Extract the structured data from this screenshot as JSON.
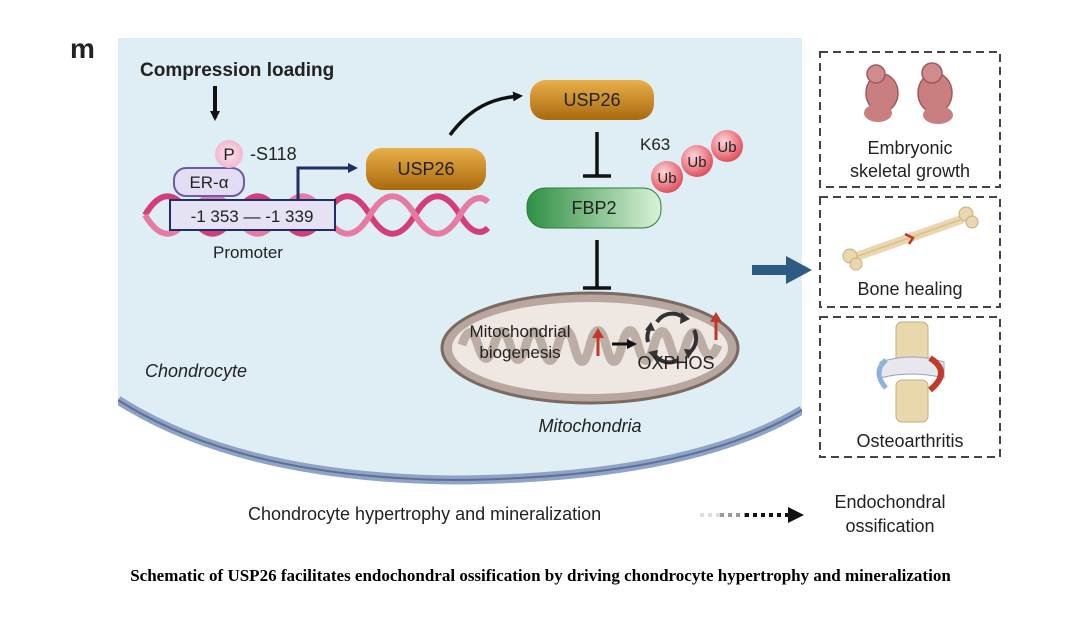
{
  "panel_label": "m",
  "stimulus": "Compression loading",
  "phospho": {
    "p": "P",
    "site": "-S118"
  },
  "receptor": "ER-α",
  "promoter_region": "-1 353 — -1 339",
  "promoter_label": "Promoter",
  "gene_product": "USP26",
  "protein_top": "USP26",
  "ub_site": "K63",
  "ub": [
    "Ub",
    "Ub",
    "Ub"
  ],
  "target": "FBP2",
  "mito_biogenesis": [
    "Mitochondrial",
    "biogenesis"
  ],
  "oxphos": "OXPHOS",
  "mito_label": "Mitochondria",
  "cell_label": "Chondrocyte",
  "outcomes": [
    "Embryonic\nskeletal growth",
    "Bone healing",
    "Osteoarthritis"
  ],
  "outcome_lines": {
    "o1": [
      "Embryonic",
      "skeletal growth"
    ],
    "o2": [
      "Bone healing"
    ],
    "o3": [
      "Osteoarthritis"
    ]
  },
  "legend": {
    "left": "Chondrocyte hypertrophy and mineralization",
    "right": [
      "Endochondral",
      "ossification"
    ]
  },
  "caption": "Schematic of USP26 facilitates endochondral ossification by driving chondrocyte hypertrophy and mineralization",
  "colors": {
    "cell_bg": "#deeef4",
    "membrane": "#5e6f96",
    "stimulus": "#b83a3a",
    "usp26": "#c98a1c",
    "fbp2": "#4cae5a",
    "ub": "#e0505e",
    "dna": "#d23f78",
    "arrow_blue": "#2d5b84"
  }
}
